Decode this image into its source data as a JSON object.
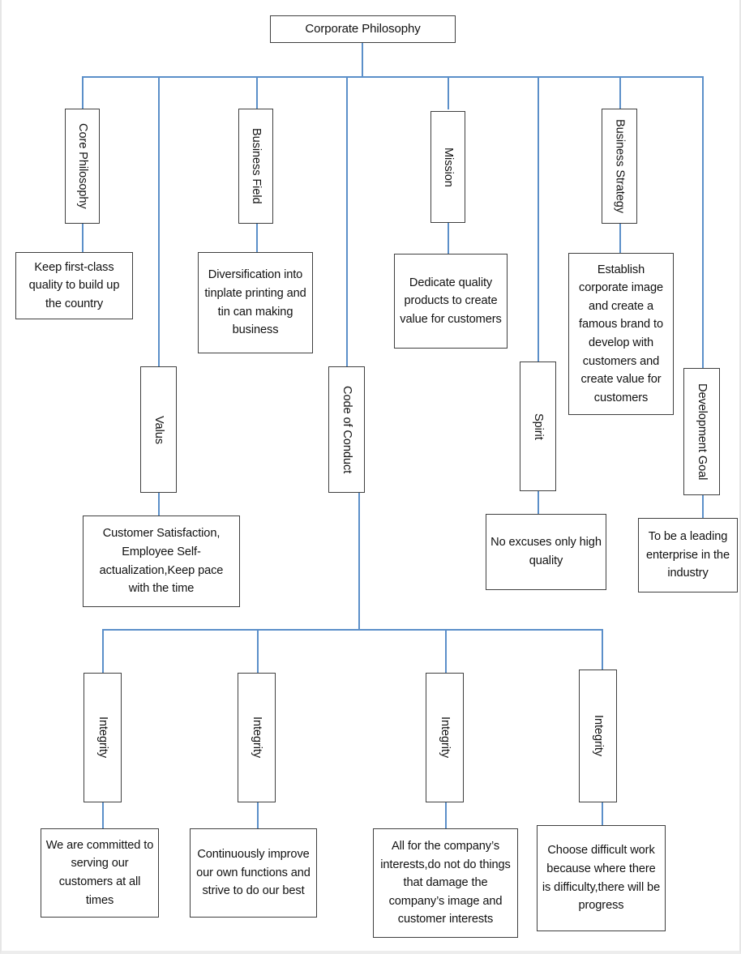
{
  "diagram": {
    "title": "Corporate Philosophy",
    "type": "organizational-hierarchy-chart",
    "colors": {
      "connector": "#5b8fc9",
      "box_border": "#3f3f3f",
      "box_fill": "#ffffff",
      "text": "#111111",
      "page_background": "#ffffff",
      "page_edge": "#e6e6e6"
    },
    "root": {
      "label": "Corporate Philosophy"
    },
    "branches": [
      {
        "key": "core_philosophy",
        "label": "Core Philosophy",
        "orientation": "vertical",
        "detail": "Keep first-class quality to build up the country"
      },
      {
        "key": "valus",
        "label": "Valus",
        "orientation": "vertical",
        "detail": "Customer Satisfaction, Employee Self-actualization,Keep pace with the time"
      },
      {
        "key": "business_field",
        "label": "Business Field",
        "orientation": "vertical",
        "detail": "Diversification into tinplate printing and tin can making business"
      },
      {
        "key": "code_of_conduct",
        "label": "Code of Conduct",
        "orientation": "vertical",
        "detail": null
      },
      {
        "key": "mission",
        "label": "Mission",
        "orientation": "vertical",
        "detail": "Dedicate quality products to create value for customers"
      },
      {
        "key": "spirit",
        "label": "Spirit",
        "orientation": "vertical",
        "detail": "No excuses only high quality"
      },
      {
        "key": "business_strategy",
        "label": "Business Strategy",
        "orientation": "vertical",
        "detail": "Establish corporate image and create a famous brand to develop with customers and create value for customers"
      },
      {
        "key": "development_goal",
        "label": "Development Goal",
        "orientation": "vertical",
        "detail": "To be a leading enterprise in the industry"
      }
    ],
    "code_of_conduct_children": [
      {
        "key": "integrity_1",
        "label": "Integrity",
        "orientation": "vertical",
        "detail": "We are committed to serving our customers at all times"
      },
      {
        "key": "integrity_2",
        "label": "Integrity",
        "orientation": "vertical",
        "detail": "Continuously improve our own functions and strive to do our best"
      },
      {
        "key": "integrity_3",
        "label": "Integrity",
        "orientation": "vertical",
        "detail": "All for the company’s interests,do not do things that damage the company’s image and customer interests"
      },
      {
        "key": "integrity_4",
        "label": "Integrity",
        "orientation": "vertical",
        "detail": "Choose difficult work because where there is difficulty,there will be progress"
      }
    ]
  }
}
